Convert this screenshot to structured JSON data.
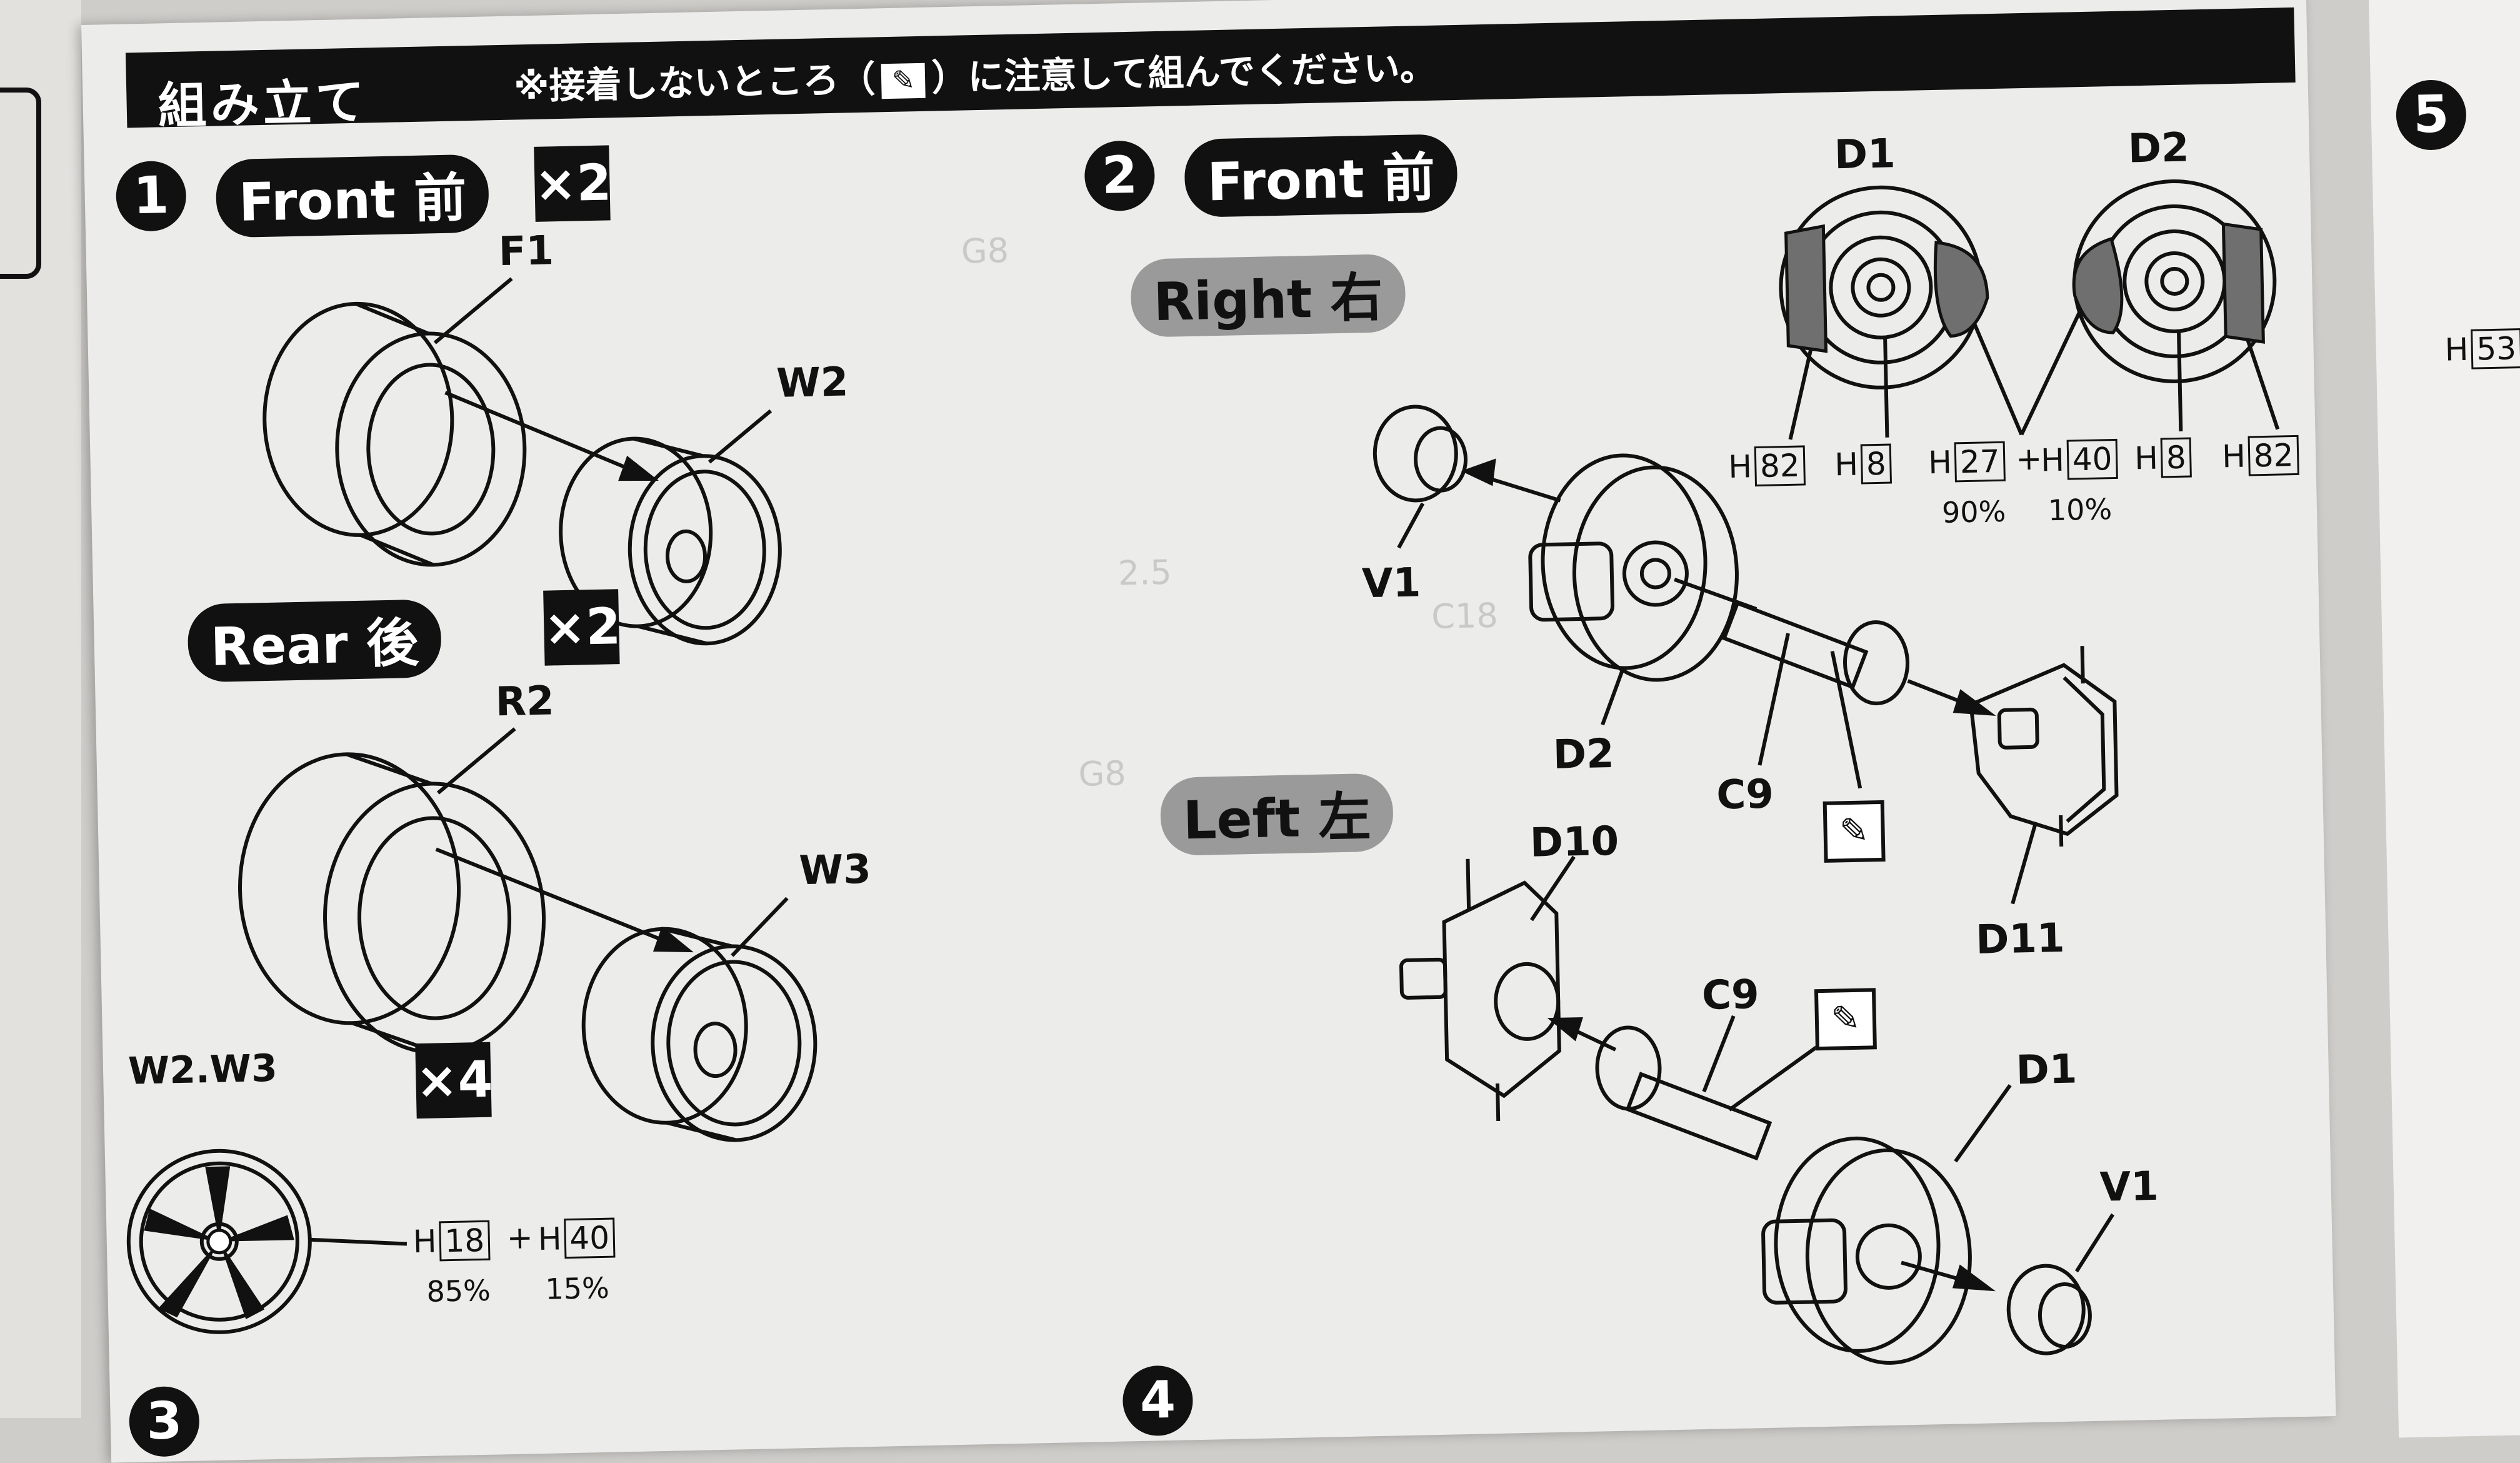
{
  "header": {
    "title": "組み立て",
    "note_before": "※接着しないところ（",
    "note_icon": "✎",
    "note_after": "）に注意して組んでください。"
  },
  "step1": {
    "number": "1",
    "front_label": "Front 前",
    "front_multiplier": "×2",
    "rear_label": "Rear 後",
    "rear_multiplier": "×2",
    "parts": {
      "f1": "F1",
      "w2": "W2",
      "r2": "R2",
      "w3": "W3"
    },
    "wheel_label": "W2.W3",
    "wheel_multiplier": "×4",
    "paint": {
      "h1": "H",
      "c1": "18",
      "plus": "+",
      "h2": "H",
      "c2": "40",
      "p1": "85%",
      "p2": "15%"
    }
  },
  "step2": {
    "number": "2",
    "front_label": "Front 前",
    "right_label": "Right 右",
    "left_label": "Left 左",
    "parts": {
      "v1a": "V1",
      "d2": "D2",
      "c9a": "C9",
      "d11": "D11",
      "d10": "D10",
      "c9b": "C9",
      "d1": "D1",
      "v1b": "V1"
    },
    "brake": {
      "d1": "D1",
      "d2": "D2",
      "h82a": "82",
      "h8a": "8",
      "h27": "27",
      "h40": "40",
      "h8b": "8",
      "h82b": "82",
      "h": "H",
      "plus": "+",
      "p1": "90%",
      "p2": "10%"
    }
  },
  "next_steps": {
    "step3": "3",
    "step4": "4",
    "step5": "5"
  },
  "right_edge": {
    "code_h": "H",
    "code": "53"
  },
  "icons": {
    "no_glue": "no-glue-icon"
  },
  "colors": {
    "ink": "#111111",
    "paper": "#ececea",
    "grey_pill": "#9a9a9a"
  }
}
